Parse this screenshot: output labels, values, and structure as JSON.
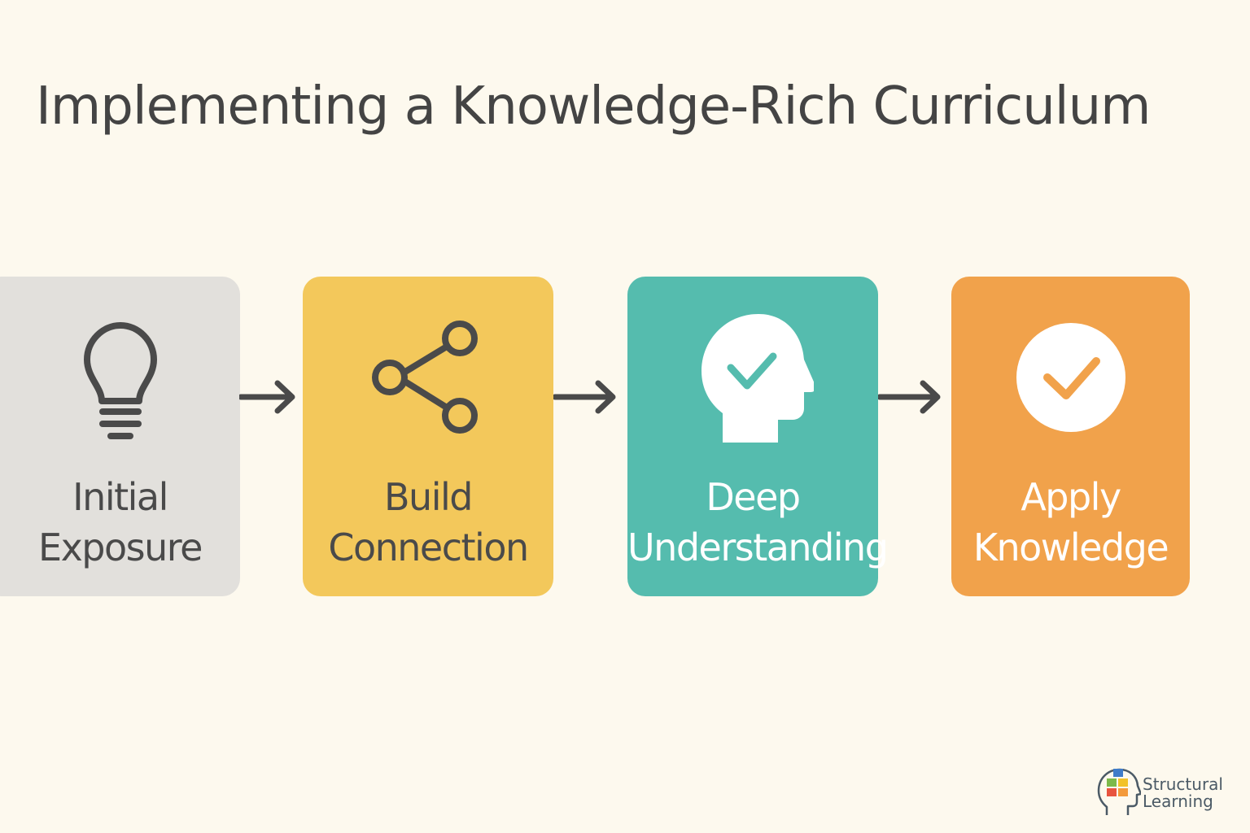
{
  "title": "Implementing a Knowledge-Rich Curriculum",
  "steps": [
    {
      "line1": "Initial",
      "line2": "Exposure",
      "icon": "lightbulb-icon",
      "color": "#e2e0dc"
    },
    {
      "line1": "Build",
      "line2": "Connection",
      "icon": "share-nodes-icon",
      "color": "#f3c85b"
    },
    {
      "line1": "Deep",
      "line2": "Understanding",
      "icon": "head-check-icon",
      "color": "#55bcae"
    },
    {
      "line1": "Apply",
      "line2": "Knowledge",
      "icon": "circle-check-icon",
      "color": "#f1a24b"
    }
  ],
  "brand": {
    "line1": "Structural",
    "line2": "Learning",
    "icon": "head-blocks-logo"
  },
  "colors": {
    "background": "#fdf9ee",
    "text_dark": "#444444",
    "arrow": "#4a4a4a"
  }
}
